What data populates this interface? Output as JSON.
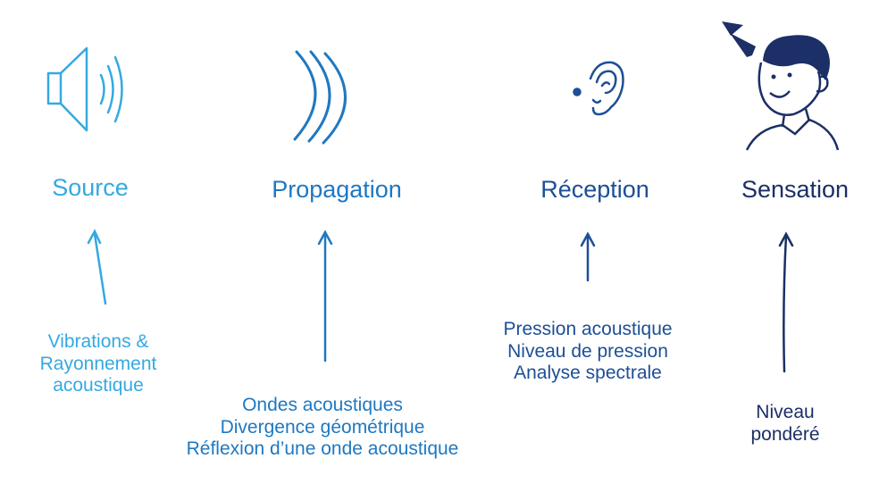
{
  "colors": {
    "source": "#35a9e1",
    "propagation": "#1f78c1",
    "reception": "#1d4f96",
    "sensation": "#1c2f66"
  },
  "stages": {
    "source": {
      "title": "Source",
      "icon": "loudspeaker-icon",
      "lines": [
        "Vibrations &",
        "Rayonnement",
        "acoustique"
      ]
    },
    "propagation": {
      "title": "Propagation",
      "icon": "sound-waves-icon",
      "lines": [
        "Ondes acoustiques",
        "Divergence géométrique",
        "Réflexion d’une onde acoustique"
      ]
    },
    "reception": {
      "title": "Réception",
      "icon": "ear-icon",
      "lines": [
        "Pression acoustique",
        "Niveau de pression",
        "Analyse spectrale"
      ]
    },
    "sensation": {
      "title": "Sensation",
      "icon": "smiling-person-icon",
      "lines": [
        "Niveau",
        "pondéré"
      ]
    }
  }
}
